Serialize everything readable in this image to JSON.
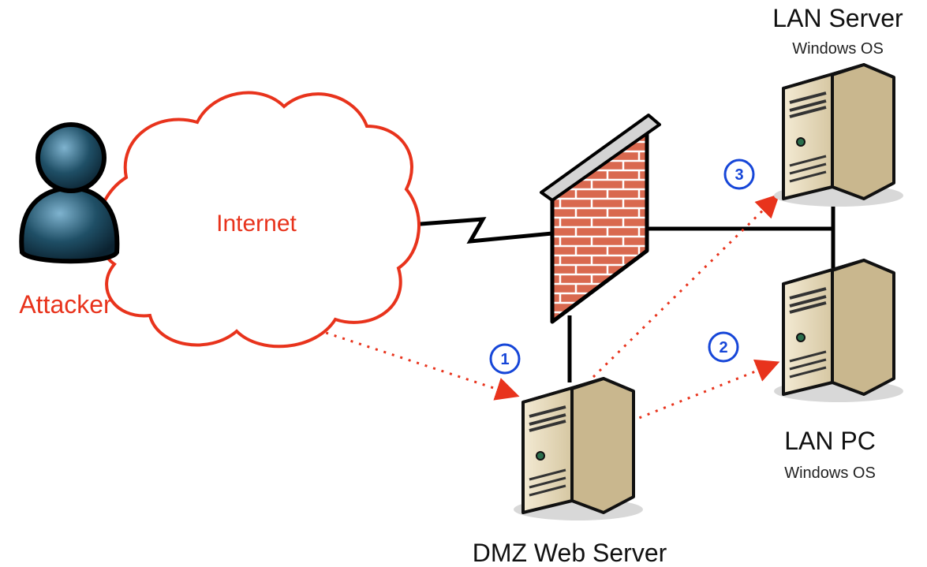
{
  "labels": {
    "attacker": "Attacker",
    "internet": "Internet",
    "dmz_web_server": "DMZ Web Server",
    "lan_server": "LAN Server",
    "lan_server_os": "Windows OS",
    "lan_pc": "LAN PC",
    "lan_pc_os": "Windows OS"
  },
  "steps": [
    "1",
    "2",
    "3"
  ],
  "colors": {
    "attack_path": "#e8331c",
    "step_badge": "#1646d8",
    "attacker_body": "#1f4f66",
    "brick": "#d9694f",
    "server_body": "#e9dcbd"
  }
}
